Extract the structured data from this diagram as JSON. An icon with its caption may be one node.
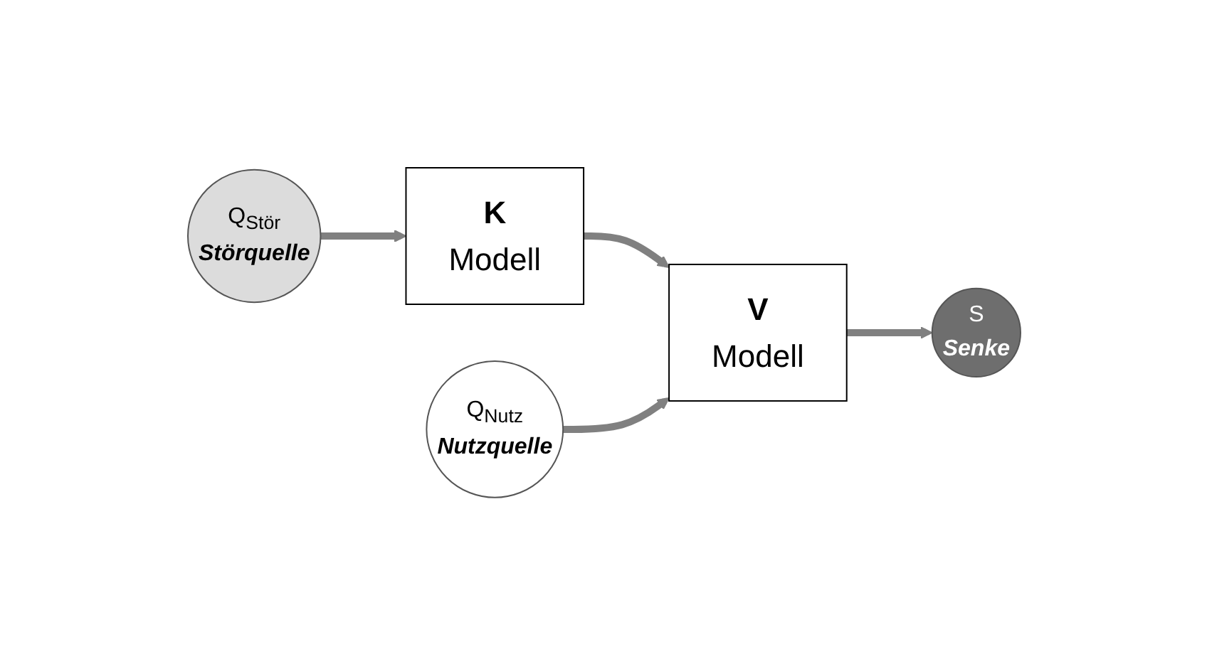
{
  "diagram": {
    "nodes": [
      {
        "text": [
          "Q$_{Stör}$",
          "Störquelle"
        ]
      },
      {
        "text": [
          "K",
          "Modell"
        ]
      },
      {
        "text": [
          "V",
          "Modell"
        ]
      },
      {
        "text": [
          "Q$_{Nutz}$",
          "Nutzquelle"
        ]
      },
      {
        "text": [
          "S",
          "Senke"
        ]
      }
    ],
    "edges": [
      {
        "from": 0,
        "to": 1,
        "arrow": "to"
      },
      {
        "from": 1,
        "to": 2,
        "arrow": "to"
      },
      {
        "from": 3,
        "to": 2,
        "arrow": "to"
      },
      {
        "from": 2,
        "to": 4,
        "arrow": "to"
      }
    ]
  }
}
